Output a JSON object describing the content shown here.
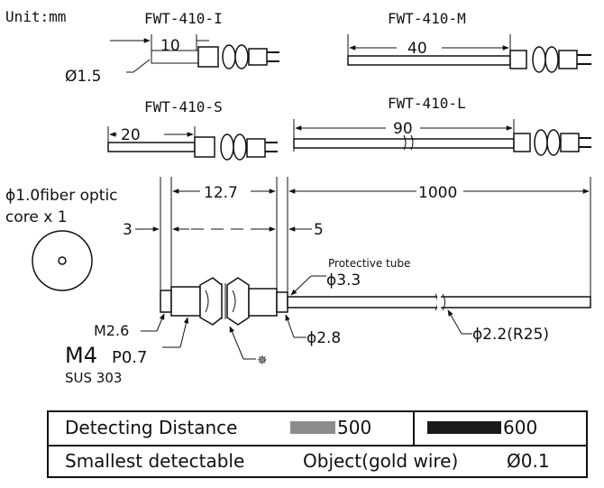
{
  "unit_label": "Unit:mm",
  "variants": [
    {
      "name": "FWT-410-I",
      "length": "10",
      "diameter": "Ø1.5"
    },
    {
      "name": "FWT-410-M",
      "length": "40"
    },
    {
      "name": "FWT-410-S",
      "length": "20"
    },
    {
      "name": "FWT-410-L",
      "length": "90"
    }
  ],
  "core": {
    "line1": "ϕ1.0fiber optic",
    "line2": "core x 1"
  },
  "main": {
    "dim_body": "12.7",
    "dim_total": "1000",
    "dim_tip": "3",
    "dim_back": "5",
    "tube_label": "Protective tube",
    "tube_diameter": "ϕ3.3",
    "tip_thread": "M2.6",
    "body_thread_main": "M4",
    "body_thread_pitch": "P0.7",
    "material": "SUS 303",
    "body_diameter": "ϕ2.8",
    "cable_diameter": "ϕ2.2(R25)",
    "nut_mark": "✵"
  },
  "table": {
    "detecting_label": "Detecting Distance",
    "value_a": "500",
    "value_b": "600",
    "swatch_a_color": "#8c8c8c",
    "swatch_b_color": "#1a1a1a",
    "smallest_label": "Smallest detectable",
    "object_label": "Object(gold wire)",
    "object_value": "Ø0.1"
  }
}
